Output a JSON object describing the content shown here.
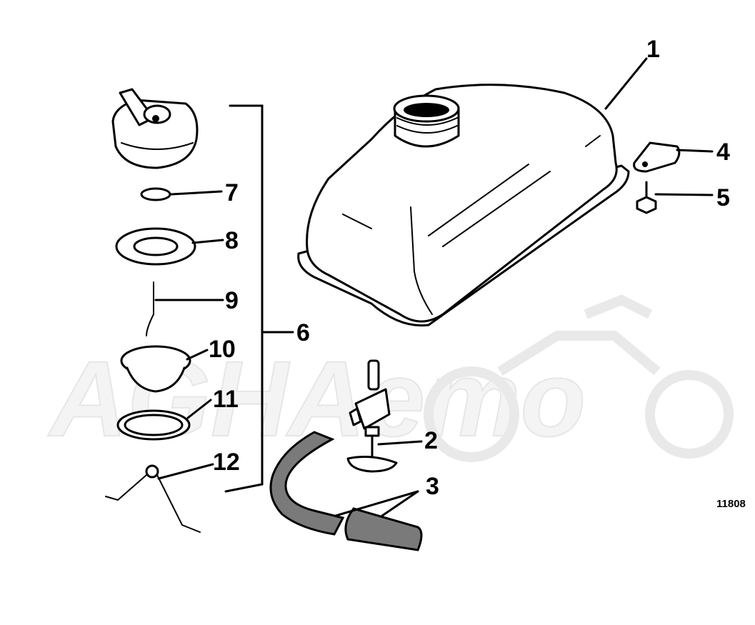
{
  "diagram": {
    "callouts": [
      {
        "id": "1",
        "label": "1"
      },
      {
        "id": "2",
        "label": "2"
      },
      {
        "id": "3",
        "label": "3"
      },
      {
        "id": "4",
        "label": "4"
      },
      {
        "id": "5",
        "label": "5"
      },
      {
        "id": "6",
        "label": "6"
      },
      {
        "id": "7",
        "label": "7"
      },
      {
        "id": "8",
        "label": "8"
      },
      {
        "id": "9",
        "label": "9"
      },
      {
        "id": "10",
        "label": "10"
      },
      {
        "id": "11",
        "label": "11"
      },
      {
        "id": "12",
        "label": "12"
      }
    ],
    "figure_code": "11808",
    "watermark": "AGHAemo",
    "colors": {
      "ink": "#000000",
      "paper": "#ffffff",
      "watermark": "#e6e6e6"
    }
  }
}
